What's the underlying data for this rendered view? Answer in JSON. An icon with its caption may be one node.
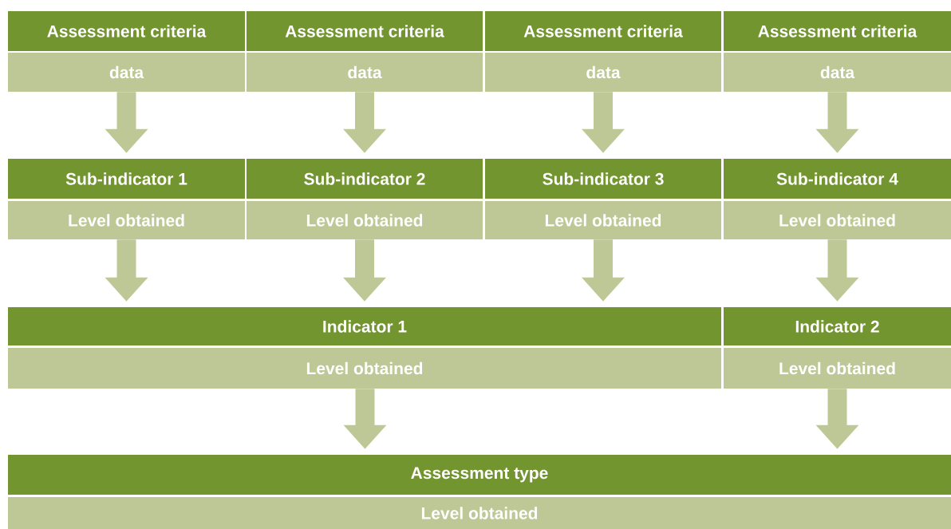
{
  "diagram": {
    "nodes": [
      {
        "text": [
          "Assessment criteria",
          "data"
        ]
      },
      {
        "text": [
          "Assessment criteria",
          "data"
        ]
      },
      {
        "text": [
          "Assessment criteria",
          "data"
        ]
      },
      {
        "text": [
          "Assessment criteria",
          "data"
        ]
      },
      {
        "text": [
          "Sub-indicator 1",
          "Level obtained"
        ]
      },
      {
        "text": [
          "Sub-indicator 2",
          "Level obtained"
        ]
      },
      {
        "text": [
          "Sub-indicator 3",
          "Level obtained"
        ]
      },
      {
        "text": [
          "Sub-indicator 4",
          "Level obtained"
        ]
      },
      {
        "text": [
          "Indicator 1",
          "Level obtained"
        ]
      },
      {
        "text": [
          "Indicator 2",
          "Level obtained"
        ]
      },
      {
        "text": [
          "Assessment type",
          "Level obtained"
        ]
      }
    ],
    "edges": [
      {
        "from": 0,
        "to": 4,
        "arrow": "to"
      },
      {
        "from": 1,
        "to": 5,
        "arrow": "to"
      },
      {
        "from": 2,
        "to": 6,
        "arrow": "to"
      },
      {
        "from": 3,
        "to": 7,
        "arrow": "to"
      },
      {
        "from": 4,
        "to": 8,
        "arrow": "to"
      },
      {
        "from": 5,
        "to": 8,
        "arrow": "to"
      },
      {
        "from": 6,
        "to": 8,
        "arrow": "to"
      },
      {
        "from": 7,
        "to": 9,
        "arrow": "to"
      },
      {
        "from": 8,
        "to": 10,
        "arrow": "to"
      },
      {
        "from": 9,
        "to": 10,
        "arrow": "to"
      }
    ]
  }
}
